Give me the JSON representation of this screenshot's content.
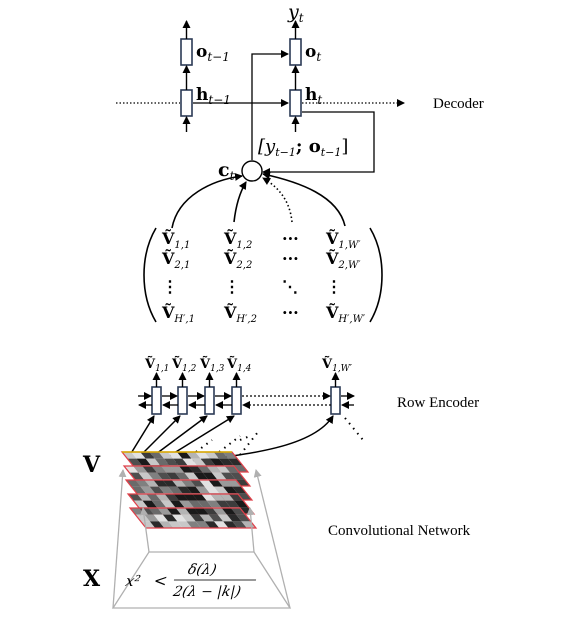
{
  "labels": {
    "decoder": "Decoder",
    "row_encoder": "Row Encoder",
    "conv_net": "Convolutional Network",
    "V": "V",
    "X": "X"
  },
  "decoder": {
    "y_t": "y",
    "y_t_sub": "t",
    "o_prev": "o",
    "o_prev_sub": "t−1",
    "o_t": "o",
    "o_t_sub": "t",
    "h_prev": "h",
    "h_prev_sub": "t−1",
    "h_t": "h",
    "h_t_sub": "t",
    "c_t": "c",
    "c_t_sub": "t",
    "concat": "[y",
    "concat_sub1": "t−1",
    "concat_mid": "; o",
    "concat_sub2": "t−1",
    "concat_end": "]"
  },
  "matrix": {
    "rows": [
      [
        "Ṽ",
        "1,1",
        "Ṽ",
        "1,2",
        "···",
        "Ṽ",
        "1,W′"
      ],
      [
        "Ṽ",
        "2,1",
        "Ṽ",
        "2,2",
        "···",
        "Ṽ",
        "2,W′"
      ],
      [
        "⋮",
        "",
        "⋮",
        "",
        "⋱",
        "⋮",
        ""
      ],
      [
        "Ṽ",
        "H′,1",
        "Ṽ",
        "H′,2",
        "···",
        "Ṽ",
        "H′,W′"
      ]
    ]
  },
  "encoder_outputs": [
    {
      "base": "Ṽ",
      "sub": "1,1"
    },
    {
      "base": "Ṽ",
      "sub": "1,2"
    },
    {
      "base": "Ṽ",
      "sub": "1,3"
    },
    {
      "base": "Ṽ",
      "sub": "1,4"
    },
    {
      "base": "Ṽ",
      "sub": "1,W′"
    }
  ],
  "formula": {
    "lhs": "x²",
    "lt": "<",
    "num": "δ(λ)",
    "den": "2(λ − |k|)"
  },
  "colors": {
    "line": "#000000",
    "box_fill": "#ffffff",
    "box_stroke": "#2b3a55",
    "feature_border": "#e0404a",
    "projection": "#b0b0b0"
  }
}
